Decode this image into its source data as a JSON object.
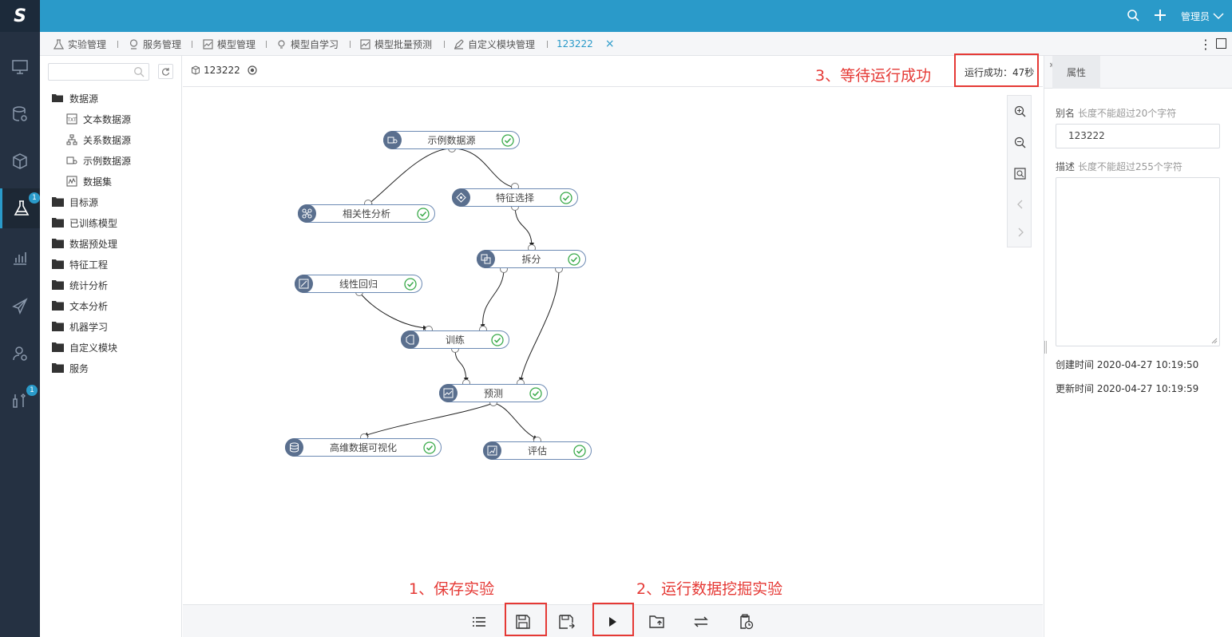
{
  "app": {
    "logo": "S",
    "user": "管理员"
  },
  "tabs": [
    {
      "label": "实验管理",
      "icon": "flask-icon"
    },
    {
      "label": "服务管理",
      "icon": "service-icon"
    },
    {
      "label": "模型管理",
      "icon": "chart-icon"
    },
    {
      "label": "模型自学习",
      "icon": "bulb-icon"
    },
    {
      "label": "模型批量预测",
      "icon": "chart-icon"
    },
    {
      "label": "自定义模块管理",
      "icon": "pen-icon"
    },
    {
      "label": "123222",
      "icon": "",
      "close": "×"
    }
  ],
  "rail": {
    "badge_experiment": "1",
    "badge_tools": "1"
  },
  "tree": {
    "items": [
      {
        "label": "数据源"
      },
      {
        "label": "文本数据源"
      },
      {
        "label": "关系数据源"
      },
      {
        "label": "示例数据源"
      },
      {
        "label": "数据集"
      },
      {
        "label": "目标源"
      },
      {
        "label": "已训练模型"
      },
      {
        "label": "数据预处理"
      },
      {
        "label": "特征工程"
      },
      {
        "label": "统计分析"
      },
      {
        "label": "文本分析"
      },
      {
        "label": "机器学习"
      },
      {
        "label": "自定义模块"
      },
      {
        "label": "服务"
      }
    ]
  },
  "canvas": {
    "experiment_name": "123222",
    "status": "运行成功：47秒",
    "nodes": [
      {
        "label": "示例数据源"
      },
      {
        "label": "特征选择"
      },
      {
        "label": "相关性分析"
      },
      {
        "label": "拆分"
      },
      {
        "label": "线性回归"
      },
      {
        "label": "训练"
      },
      {
        "label": "预测"
      },
      {
        "label": "高维数据可视化"
      },
      {
        "label": "评估"
      }
    ]
  },
  "annotations": {
    "step1": "1、保存实验",
    "step2": "2、运行数据挖掘实验",
    "step3": "3、等待运行成功",
    "highlight_color": "#e53935"
  },
  "props": {
    "tab": "属性",
    "alias_label": "别名",
    "alias_hint": "长度不能超过20个字符",
    "alias_value": "123222",
    "desc_label": "描述",
    "desc_hint": "长度不能超过255个字符",
    "created": "创建时间 2020-04-27 10:19:50",
    "updated": "更新时间 2020-04-27 10:19:59"
  },
  "colors": {
    "accent": "#2a9ac9",
    "rail": "#253142",
    "success": "#3aaa4a"
  }
}
